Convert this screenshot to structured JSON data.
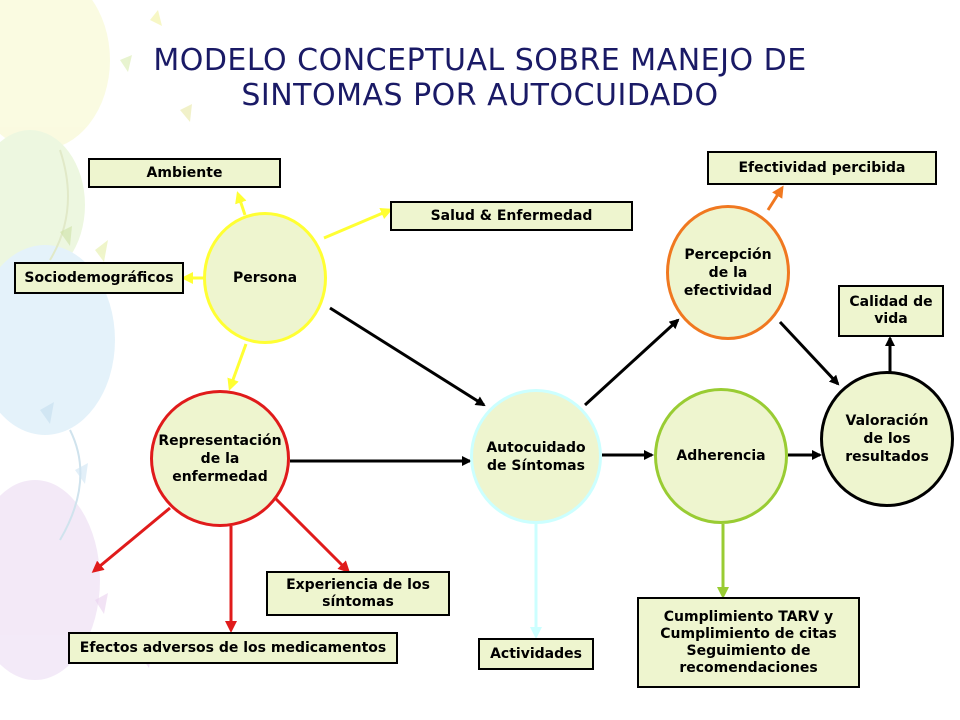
{
  "title": {
    "line1": "MODELO CONCEPTUAL SOBRE MANEJO DE",
    "line2": "SINTOMAS POR AUTOCUIDADO"
  },
  "nodes": {
    "persona": "Persona",
    "representacion": "Representación\nde la\nenfermedad",
    "autocuidado": "Autocuidado\nde Síntomas",
    "percepcion": "Percepción\nde la\nefectividad",
    "adherencia": "Adherencia",
    "valoracion": "Valoración\nde los\nresultados"
  },
  "boxes": {
    "ambiente": "Ambiente",
    "salud": "Salud & Enfermedad",
    "sociodemograficos": "Sociodemográficos",
    "efectividad": "Efectividad percibida",
    "calidad": "Calidad de\nvida",
    "experiencia": "Experiencia de los\nsíntomas",
    "efectos": "Efectos adversos de los medicamentos",
    "actividades": "Actividades",
    "cumplimiento": "Cumplimiento TARV y\nCumplimiento de  citas\nSeguimiento de\nrecomendaciones"
  },
  "colors": {
    "persona": "#ffff33",
    "representacion": "#e01b1b",
    "autocuidado": "#ccffff",
    "percepcion": "#f07820",
    "adherencia": "#99cc33",
    "valoracion": "#000000",
    "node_fill": "#eef5cf",
    "title": "#1a1a66"
  }
}
